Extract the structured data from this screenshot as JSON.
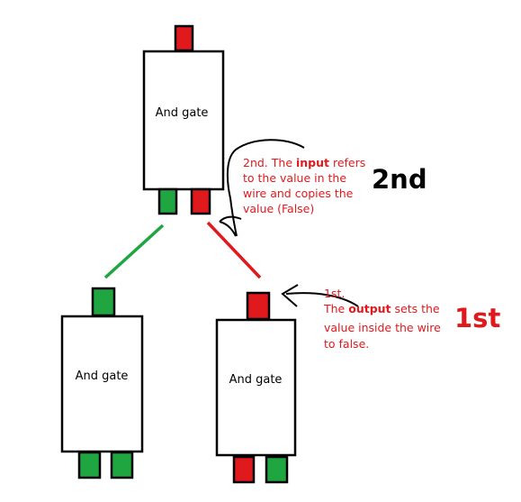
{
  "colors": {
    "outline": "#000000",
    "true_pin": "#1fa640",
    "false_pin": "#e0191d",
    "annotation": "#e0191d",
    "wire_true": "#1fa640",
    "wire_false": "#e0191d"
  },
  "gates": {
    "top": {
      "label": "And gate"
    },
    "bottom_left": {
      "label": "And gate"
    },
    "bottom_right": {
      "label": "And gate"
    }
  },
  "annotations": {
    "second": {
      "lines": [
        "2nd. The ",
        "input",
        " refers",
        "to the value in the",
        "wire and copies the",
        "value (False)"
      ]
    },
    "first": {
      "step": "1st.",
      "lines": [
        "The ",
        "output",
        " sets the",
        "value inside the wire",
        "to false."
      ]
    }
  },
  "big_labels": {
    "second": "2nd",
    "first": "1st"
  }
}
